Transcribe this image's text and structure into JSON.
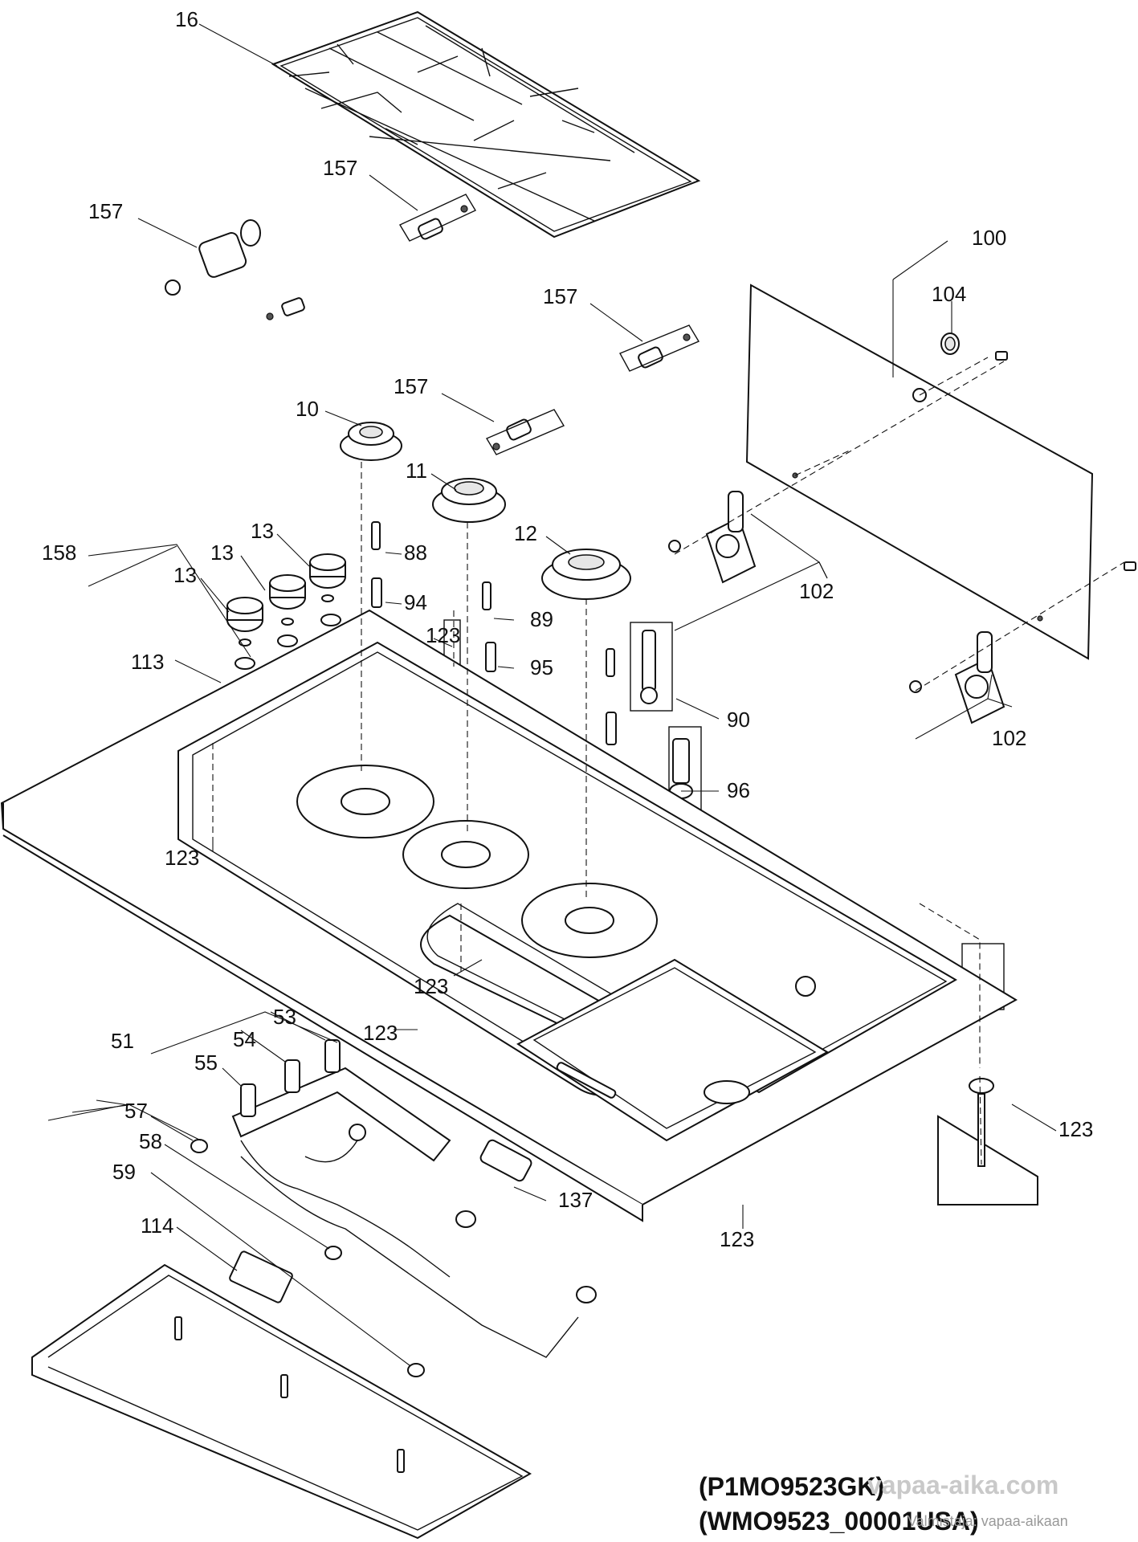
{
  "callouts": [
    {
      "id": "c16",
      "text": "16"
    },
    {
      "id": "c157a",
      "text": "157"
    },
    {
      "id": "c157b",
      "text": "157"
    },
    {
      "id": "c157c",
      "text": "157"
    },
    {
      "id": "c157d",
      "text": "157"
    },
    {
      "id": "c100",
      "text": "100"
    },
    {
      "id": "c104",
      "text": "104"
    },
    {
      "id": "c10",
      "text": "10"
    },
    {
      "id": "c11",
      "text": "11"
    },
    {
      "id": "c12",
      "text": "12"
    },
    {
      "id": "c13a",
      "text": "13"
    },
    {
      "id": "c13b",
      "text": "13"
    },
    {
      "id": "c13c",
      "text": "13"
    },
    {
      "id": "c158",
      "text": "158"
    },
    {
      "id": "c88",
      "text": "88"
    },
    {
      "id": "c94",
      "text": "94"
    },
    {
      "id": "c89",
      "text": "89"
    },
    {
      "id": "c95",
      "text": "95"
    },
    {
      "id": "c90",
      "text": "90"
    },
    {
      "id": "c96",
      "text": "96"
    },
    {
      "id": "c102a",
      "text": "102"
    },
    {
      "id": "c102b",
      "text": "102"
    },
    {
      "id": "c113",
      "text": "113"
    },
    {
      "id": "c123a",
      "text": "123"
    },
    {
      "id": "c123b",
      "text": "123"
    },
    {
      "id": "c123c",
      "text": "123"
    },
    {
      "id": "c123d",
      "text": "123"
    },
    {
      "id": "c123e",
      "text": "123"
    },
    {
      "id": "c123f",
      "text": "123"
    },
    {
      "id": "c51",
      "text": "51"
    },
    {
      "id": "c53",
      "text": "53"
    },
    {
      "id": "c54",
      "text": "54"
    },
    {
      "id": "c55",
      "text": "55"
    },
    {
      "id": "c57",
      "text": "57"
    },
    {
      "id": "c58",
      "text": "58"
    },
    {
      "id": "c59",
      "text": "59"
    },
    {
      "id": "c114",
      "text": "114"
    },
    {
      "id": "c137",
      "text": "137"
    }
  ],
  "model_codes": {
    "line1": "(P1MO9523GK)",
    "line2": "(WMO9523_00001USA)"
  },
  "watermark": {
    "main": "vapaa-aika.com",
    "sub": "Valmistaja: vapaa-aikaan"
  }
}
